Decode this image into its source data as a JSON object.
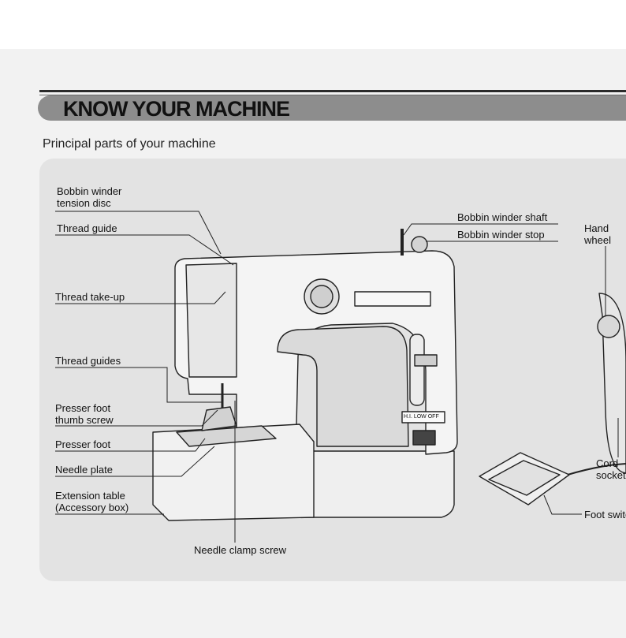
{
  "header": {
    "title": "KNOW YOUR MACHINE",
    "subtitle": "Principal parts of your machine"
  },
  "labels": {
    "bobbin_winder_tension_disc": "Bobbin winder\ntension disc",
    "thread_guide": "Thread guide",
    "thread_take_up": "Thread take-up",
    "thread_guides": "Thread guides",
    "presser_foot_thumb_screw": "Presser foot\nthumb screw",
    "presser_foot": "Presser foot",
    "needle_plate": "Needle plate",
    "extension_table": "Extension table\n(Accessory box)",
    "needle_clamp_screw": "Needle clamp screw",
    "bobbin_winder_shaft": "Bobbin winder shaft",
    "bobbin_winder_stop": "Bobbin winder stop",
    "hand_wheel": "Hand\nwheel",
    "cord_socket": "Cord\nsocket",
    "foot_switch": "Foot switch"
  },
  "machine_panel": {
    "speed_selector": "H.I. LOW OFF"
  }
}
